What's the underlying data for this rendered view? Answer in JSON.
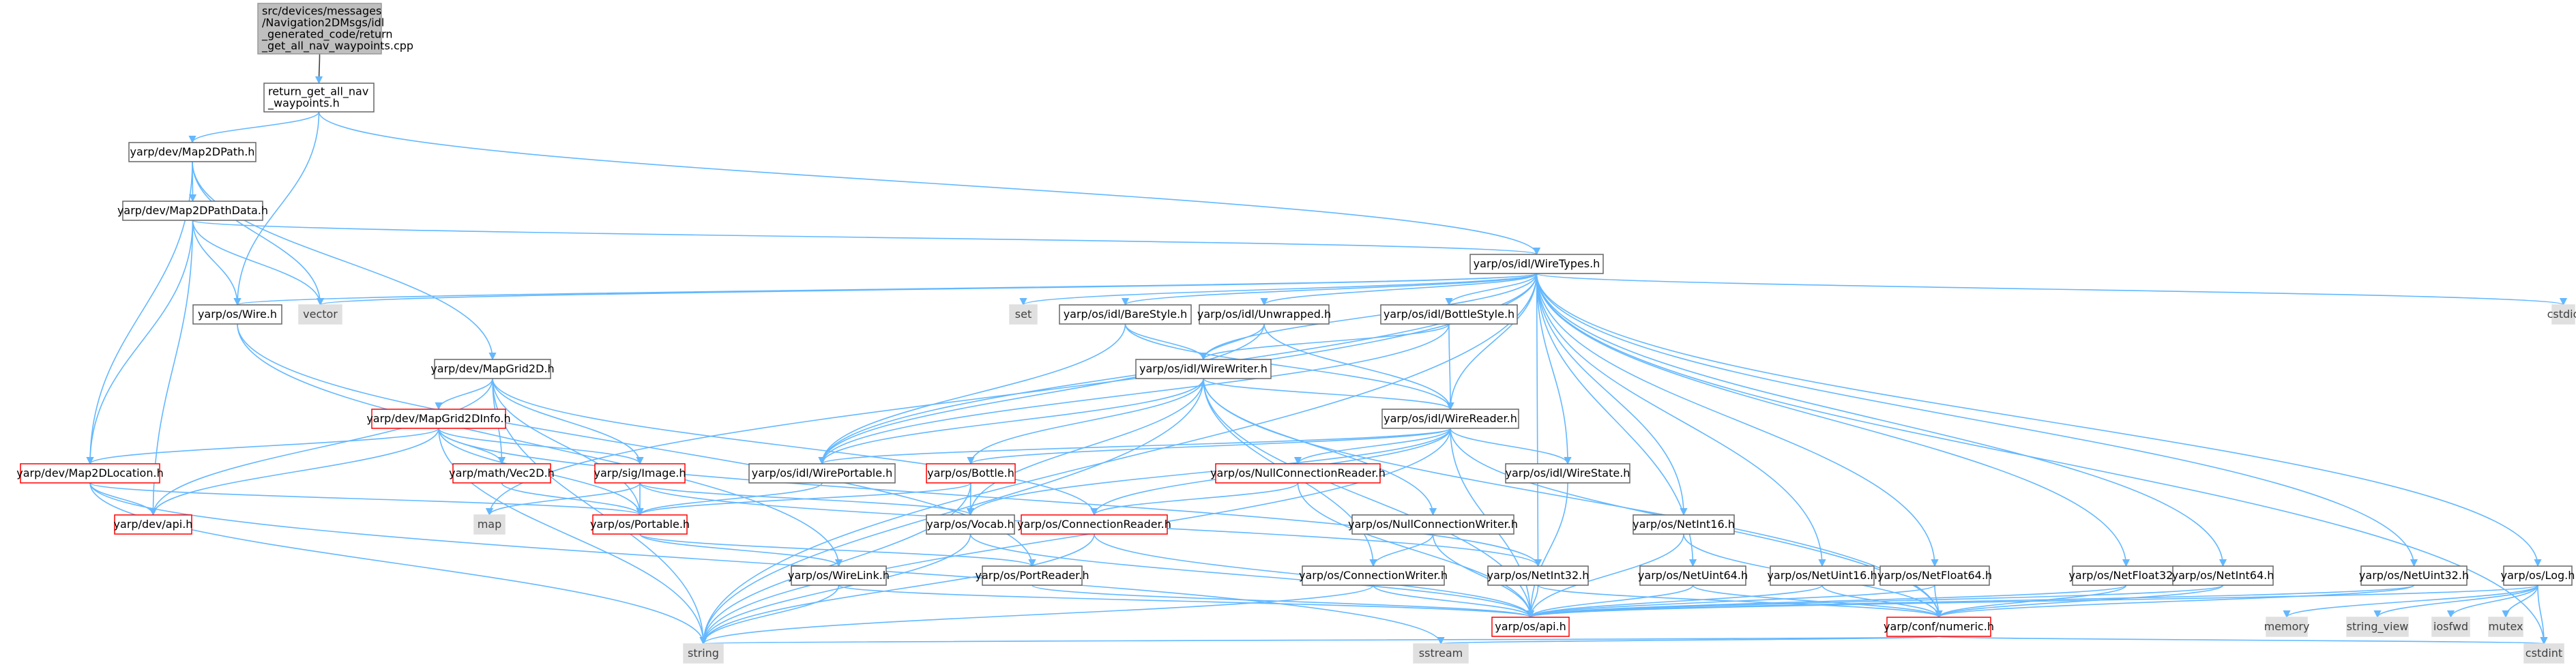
{
  "graph": {
    "colors": {
      "edge": "#63b8ff",
      "edge_dark": "#404040",
      "node_fill": "#ffffff",
      "node_border": "#666666",
      "node_border_red": "#ff0000",
      "node_border_root": "#999999",
      "root_fill": "#bfbfbf",
      "ext_fill": "#e0e0e0",
      "ext_border": "#e0e0e0",
      "text": "#000000",
      "text_ext": "#404040"
    },
    "nodes": [
      {
        "id": "root",
        "label": [
          "src/devices/messages",
          "/Navigation2DMsgs/idl",
          "_generated_code/return",
          "_get_all_nav_waypoints.cpp"
        ],
        "kind": "root"
      },
      {
        "id": "ret_h",
        "label": [
          "return_get_all_nav",
          "_waypoints.h"
        ],
        "kind": "normal"
      },
      {
        "id": "map2dpath",
        "label": [
          "yarp/dev/Map2DPath.h"
        ],
        "kind": "normal"
      },
      {
        "id": "map2dpathdata",
        "label": [
          "yarp/dev/Map2DPathData.h"
        ],
        "kind": "normal"
      },
      {
        "id": "wiretypes",
        "label": [
          "yarp/os/idl/WireTypes.h"
        ],
        "kind": "normal"
      },
      {
        "id": "wire",
        "label": [
          "yarp/os/Wire.h"
        ],
        "kind": "normal"
      },
      {
        "id": "vector",
        "label": [
          "vector"
        ],
        "kind": "ext"
      },
      {
        "id": "set",
        "label": [
          "set"
        ],
        "kind": "ext"
      },
      {
        "id": "barestyle",
        "label": [
          "yarp/os/idl/BareStyle.h"
        ],
        "kind": "normal"
      },
      {
        "id": "unwrapped",
        "label": [
          "yarp/os/idl/Unwrapped.h"
        ],
        "kind": "normal"
      },
      {
        "id": "bottlestyle",
        "label": [
          "yarp/os/idl/BottleStyle.h"
        ],
        "kind": "normal"
      },
      {
        "id": "cstdio",
        "label": [
          "cstdio"
        ],
        "kind": "ext"
      },
      {
        "id": "mapgrid2d",
        "label": [
          "yarp/dev/MapGrid2D.h"
        ],
        "kind": "normal"
      },
      {
        "id": "wirewriter",
        "label": [
          "yarp/os/idl/WireWriter.h"
        ],
        "kind": "normal"
      },
      {
        "id": "mapgrid2dinfo",
        "label": [
          "yarp/dev/MapGrid2DInfo.h"
        ],
        "kind": "red"
      },
      {
        "id": "wirereader",
        "label": [
          "yarp/os/idl/WireReader.h"
        ],
        "kind": "normal"
      },
      {
        "id": "map2dlocation",
        "label": [
          "yarp/dev/Map2DLocation.h"
        ],
        "kind": "red"
      },
      {
        "id": "vec2d",
        "label": [
          "yarp/math/Vec2D.h"
        ],
        "kind": "red"
      },
      {
        "id": "image",
        "label": [
          "yarp/sig/Image.h"
        ],
        "kind": "red"
      },
      {
        "id": "wireportable",
        "label": [
          "yarp/os/idl/WirePortable.h"
        ],
        "kind": "normal"
      },
      {
        "id": "bottle",
        "label": [
          "yarp/os/Bottle.h"
        ],
        "kind": "red"
      },
      {
        "id": "nullconnreader",
        "label": [
          "yarp/os/NullConnectionReader.h"
        ],
        "kind": "red"
      },
      {
        "id": "wirestate",
        "label": [
          "yarp/os/idl/WireState.h"
        ],
        "kind": "normal"
      },
      {
        "id": "map",
        "label": [
          "map"
        ],
        "kind": "ext"
      },
      {
        "id": "devapi",
        "label": [
          "yarp/dev/api.h"
        ],
        "kind": "red"
      },
      {
        "id": "portable",
        "label": [
          "yarp/os/Portable.h"
        ],
        "kind": "red"
      },
      {
        "id": "vocab",
        "label": [
          "yarp/os/Vocab.h"
        ],
        "kind": "normal"
      },
      {
        "id": "connreader",
        "label": [
          "yarp/os/ConnectionReader.h"
        ],
        "kind": "red"
      },
      {
        "id": "nullconnwriter",
        "label": [
          "yarp/os/NullConnectionWriter.h"
        ],
        "kind": "normal"
      },
      {
        "id": "netint16",
        "label": [
          "yarp/os/NetInt16.h"
        ],
        "kind": "normal"
      },
      {
        "id": "wirelink",
        "label": [
          "yarp/os/WireLink.h"
        ],
        "kind": "normal"
      },
      {
        "id": "portreader",
        "label": [
          "yarp/os/PortReader.h"
        ],
        "kind": "normal"
      },
      {
        "id": "connwriter",
        "label": [
          "yarp/os/ConnectionWriter.h"
        ],
        "kind": "normal"
      },
      {
        "id": "netint32",
        "label": [
          "yarp/os/NetInt32.h"
        ],
        "kind": "normal"
      },
      {
        "id": "netuint64",
        "label": [
          "yarp/os/NetUint64.h"
        ],
        "kind": "normal"
      },
      {
        "id": "netuint16",
        "label": [
          "yarp/os/NetUint16.h"
        ],
        "kind": "normal"
      },
      {
        "id": "netfloat64",
        "label": [
          "yarp/os/NetFloat64.h"
        ],
        "kind": "normal"
      },
      {
        "id": "netfloat32",
        "label": [
          "yarp/os/NetFloat32.h"
        ],
        "kind": "normal"
      },
      {
        "id": "netint64",
        "label": [
          "yarp/os/NetInt64.h"
        ],
        "kind": "normal"
      },
      {
        "id": "netuint32",
        "label": [
          "yarp/os/NetUint32.h"
        ],
        "kind": "normal"
      },
      {
        "id": "log",
        "label": [
          "yarp/os/Log.h"
        ],
        "kind": "normal"
      },
      {
        "id": "osapi",
        "label": [
          "yarp/os/api.h"
        ],
        "kind": "red"
      },
      {
        "id": "numeric",
        "label": [
          "yarp/conf/numeric.h"
        ],
        "kind": "red"
      },
      {
        "id": "memory",
        "label": [
          "memory"
        ],
        "kind": "ext"
      },
      {
        "id": "string_view",
        "label": [
          "string_view"
        ],
        "kind": "ext"
      },
      {
        "id": "iosfwd",
        "label": [
          "iosfwd"
        ],
        "kind": "ext"
      },
      {
        "id": "mutex",
        "label": [
          "mutex"
        ],
        "kind": "ext"
      },
      {
        "id": "string",
        "label": [
          "string"
        ],
        "kind": "ext"
      },
      {
        "id": "sstream",
        "label": [
          "sstream"
        ],
        "kind": "ext"
      },
      {
        "id": "cstdint",
        "label": [
          "cstdint"
        ],
        "kind": "ext"
      }
    ],
    "edges": [
      [
        "root",
        "ret_h"
      ],
      [
        "ret_h",
        "map2dpath"
      ],
      [
        "ret_h",
        "wiretypes"
      ],
      [
        "ret_h",
        "wire"
      ],
      [
        "map2dpath",
        "map2dpathdata"
      ],
      [
        "map2dpath",
        "map2dlocation"
      ],
      [
        "map2dpath",
        "mapgrid2d"
      ],
      [
        "map2dpath",
        "vector"
      ],
      [
        "map2dpathdata",
        "wiretypes"
      ],
      [
        "map2dpathdata",
        "map2dlocation"
      ],
      [
        "map2dpathdata",
        "wire"
      ],
      [
        "map2dpathdata",
        "devapi"
      ],
      [
        "map2dpathdata",
        "vector"
      ],
      [
        "wiretypes",
        "wire"
      ],
      [
        "wiretypes",
        "vector"
      ],
      [
        "wiretypes",
        "set"
      ],
      [
        "wiretypes",
        "barestyle"
      ],
      [
        "wiretypes",
        "unwrapped"
      ],
      [
        "wiretypes",
        "bottlestyle"
      ],
      [
        "wiretypes",
        "cstdio"
      ],
      [
        "wiretypes",
        "wirewriter"
      ],
      [
        "wiretypes",
        "wirereader"
      ],
      [
        "wiretypes",
        "wireportable"
      ],
      [
        "wiretypes",
        "wirestate"
      ],
      [
        "wiretypes",
        "map"
      ],
      [
        "wiretypes",
        "netint16"
      ],
      [
        "wiretypes",
        "netint32"
      ],
      [
        "wiretypes",
        "netuint64"
      ],
      [
        "wiretypes",
        "netuint16"
      ],
      [
        "wiretypes",
        "netfloat64"
      ],
      [
        "wiretypes",
        "netfloat32"
      ],
      [
        "wiretypes",
        "netint64"
      ],
      [
        "wiretypes",
        "netuint32"
      ],
      [
        "wiretypes",
        "log"
      ],
      [
        "wiretypes",
        "cstdint"
      ],
      [
        "wiretypes",
        "string"
      ],
      [
        "wire",
        "wirelink"
      ],
      [
        "wire",
        "portreader"
      ],
      [
        "barestyle",
        "wirewriter"
      ],
      [
        "barestyle",
        "wirereader"
      ],
      [
        "barestyle",
        "wireportable"
      ],
      [
        "unwrapped",
        "wirewriter"
      ],
      [
        "unwrapped",
        "wirereader"
      ],
      [
        "unwrapped",
        "wireportable"
      ],
      [
        "bottlestyle",
        "wirewriter"
      ],
      [
        "bottlestyle",
        "wirereader"
      ],
      [
        "bottlestyle",
        "wireportable"
      ],
      [
        "mapgrid2d",
        "mapgrid2dinfo"
      ],
      [
        "mapgrid2d",
        "vec2d"
      ],
      [
        "mapgrid2d",
        "image"
      ],
      [
        "mapgrid2d",
        "portable"
      ],
      [
        "mapgrid2d",
        "devapi"
      ],
      [
        "mapgrid2d",
        "string"
      ],
      [
        "mapgrid2d",
        "connreader"
      ],
      [
        "wirewriter",
        "wirereader"
      ],
      [
        "wirewriter",
        "wireportable"
      ],
      [
        "wirewriter",
        "bottle"
      ],
      [
        "wirewriter",
        "vocab"
      ],
      [
        "wirewriter",
        "connwriter"
      ],
      [
        "wirewriter",
        "nullconnwriter"
      ],
      [
        "wirewriter",
        "osapi"
      ],
      [
        "wirewriter",
        "numeric"
      ],
      [
        "wirewriter",
        "string"
      ],
      [
        "mapgrid2dinfo",
        "map2dlocation"
      ],
      [
        "mapgrid2dinfo",
        "vec2d"
      ],
      [
        "mapgrid2dinfo",
        "portable"
      ],
      [
        "mapgrid2dinfo",
        "devapi"
      ],
      [
        "mapgrid2dinfo",
        "image"
      ],
      [
        "mapgrid2dinfo",
        "string"
      ],
      [
        "mapgrid2dinfo",
        "netint32"
      ],
      [
        "wirereader",
        "wireportable"
      ],
      [
        "wirereader",
        "bottle"
      ],
      [
        "wirereader",
        "nullconnreader"
      ],
      [
        "wirereader",
        "wirestate"
      ],
      [
        "wirereader",
        "vocab"
      ],
      [
        "wirereader",
        "connreader"
      ],
      [
        "wirereader",
        "osapi"
      ],
      [
        "wirereader",
        "numeric"
      ],
      [
        "wirereader",
        "string"
      ],
      [
        "map2dlocation",
        "devapi"
      ],
      [
        "map2dlocation",
        "portable"
      ],
      [
        "map2dlocation",
        "string"
      ],
      [
        "map2dlocation",
        "sstream"
      ],
      [
        "vec2d",
        "portable"
      ],
      [
        "image",
        "portable"
      ],
      [
        "image",
        "map"
      ],
      [
        "image",
        "vocab"
      ],
      [
        "image",
        "netint32"
      ],
      [
        "wireportable",
        "portable"
      ],
      [
        "bottle",
        "portable"
      ],
      [
        "bottle",
        "vocab"
      ],
      [
        "bottle",
        "string"
      ],
      [
        "nullconnreader",
        "connreader"
      ],
      [
        "nullconnreader",
        "osapi"
      ],
      [
        "wirestate",
        "osapi"
      ],
      [
        "portable",
        "portreader"
      ],
      [
        "portable",
        "wirelink"
      ],
      [
        "vocab",
        "string"
      ],
      [
        "vocab",
        "osapi"
      ],
      [
        "connreader",
        "osapi"
      ],
      [
        "connreader",
        "string"
      ],
      [
        "nullconnwriter",
        "connwriter"
      ],
      [
        "nullconnwriter",
        "osapi"
      ],
      [
        "netint16",
        "osapi"
      ],
      [
        "netint16",
        "numeric"
      ],
      [
        "wirelink",
        "osapi"
      ],
      [
        "wirelink",
        "string"
      ],
      [
        "portreader",
        "osapi"
      ],
      [
        "connwriter",
        "osapi"
      ],
      [
        "connwriter",
        "string"
      ],
      [
        "netint32",
        "osapi"
      ],
      [
        "netint32",
        "numeric"
      ],
      [
        "netuint64",
        "osapi"
      ],
      [
        "netuint64",
        "numeric"
      ],
      [
        "netuint16",
        "osapi"
      ],
      [
        "netuint16",
        "numeric"
      ],
      [
        "netfloat64",
        "osapi"
      ],
      [
        "netfloat64",
        "numeric"
      ],
      [
        "netfloat32",
        "osapi"
      ],
      [
        "netfloat32",
        "numeric"
      ],
      [
        "netint64",
        "osapi"
      ],
      [
        "netint64",
        "numeric"
      ],
      [
        "netuint32",
        "osapi"
      ],
      [
        "netuint32",
        "numeric"
      ],
      [
        "log",
        "osapi"
      ],
      [
        "log",
        "memory"
      ],
      [
        "log",
        "string_view"
      ],
      [
        "log",
        "iosfwd"
      ],
      [
        "log",
        "mutex"
      ],
      [
        "log",
        "cstdint"
      ],
      [
        "numeric",
        "cstdint"
      ],
      [
        "numeric",
        "string"
      ],
      [
        "numeric",
        "sstream"
      ]
    ]
  }
}
